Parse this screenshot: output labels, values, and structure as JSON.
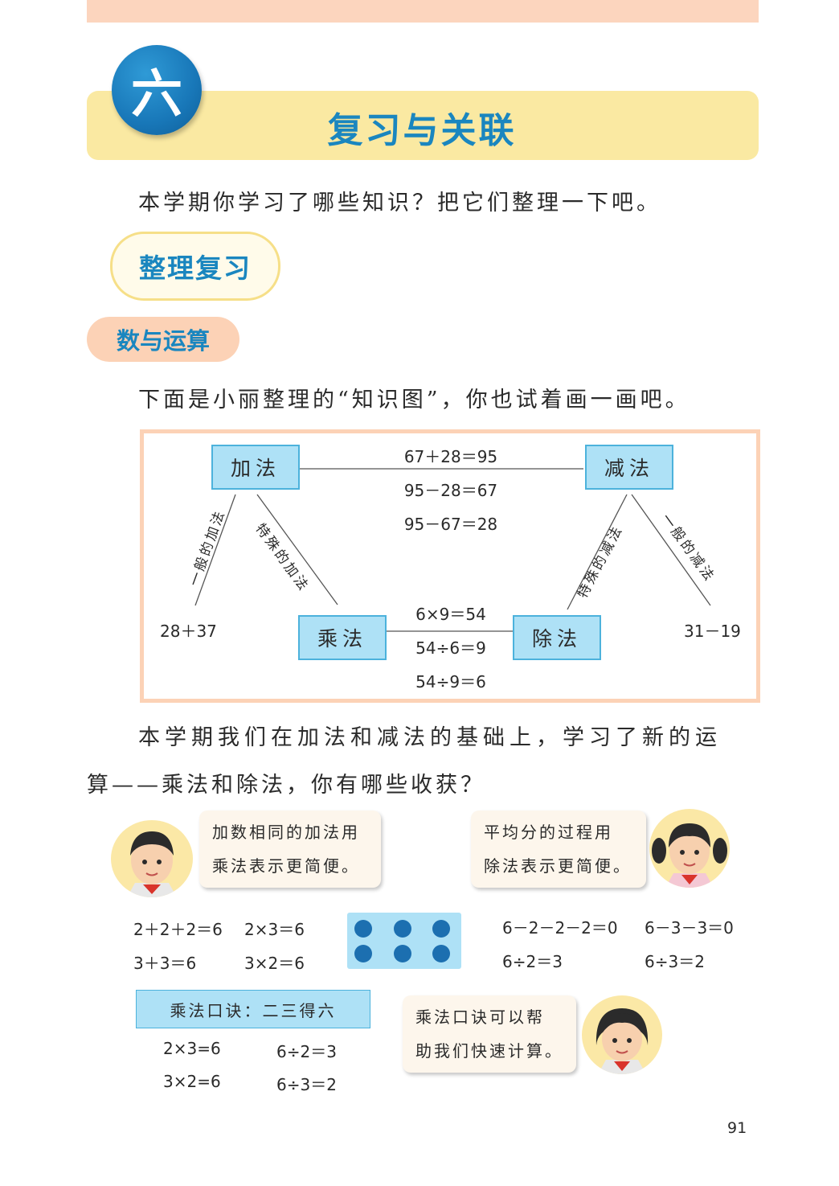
{
  "header": {
    "chapter_number": "六",
    "chapter_title": "复习与关联"
  },
  "intro": "本学期你学习了哪些知识？把它们整理一下吧。",
  "review_label": "整理复习",
  "section_label": "数与运算",
  "map_intro": "下面是小丽整理的“知识图”，你也试着画一画吧。",
  "knowledge_map": {
    "nodes": {
      "addition": "加法",
      "subtraction": "减法",
      "multiplication": "乘法",
      "division": "除法"
    },
    "top_equations": [
      "67＋28＝95",
      "95－28＝67",
      "95－67＝28"
    ],
    "bottom_equations": [
      "6×9＝54",
      "54÷6＝9",
      "54÷9＝6"
    ],
    "add_general_label": "一般的加法",
    "add_special_label": "特殊的加法",
    "sub_special_label": "特殊的减法",
    "sub_general_label": "一般的减法",
    "add_example": "28＋37",
    "sub_example": "31－19"
  },
  "paragraph": {
    "line1": "本学期我们在加法和减法的基础上，学习了新的运",
    "line2": "算——乘法和除法，你有哪些收获？"
  },
  "bubbles": {
    "boy_line1": "加数相同的加法用",
    "boy_line2": "乘法表示更简便。",
    "girl_line1": "平均分的过程用",
    "girl_line2": "除法表示更简便。",
    "girl2_line1": "乘法口诀可以帮",
    "girl2_line2": "助我们快速计算。"
  },
  "mult_examples": [
    "2＋2＋2＝6",
    "2×3＝6",
    "3＋3＝6",
    "3×2＝6"
  ],
  "div_examples": [
    "6－2－2－2＝0",
    "6－3－3＝0",
    "6÷2＝3",
    "6÷3＝2"
  ],
  "dots_count": 6,
  "rhyme": {
    "label": "乘法口诀：二三得六",
    "equations": [
      "2×3=6",
      "6÷2＝3",
      "3×2=6",
      "6÷3＝2"
    ]
  },
  "page_number": "91",
  "colors": {
    "title_blue": "#1a86bf",
    "band_yellow": "#fae9a2",
    "band_peach": "#fcd5be",
    "box_blue": "#aee1f6",
    "dot_blue": "#1c6fb0"
  }
}
